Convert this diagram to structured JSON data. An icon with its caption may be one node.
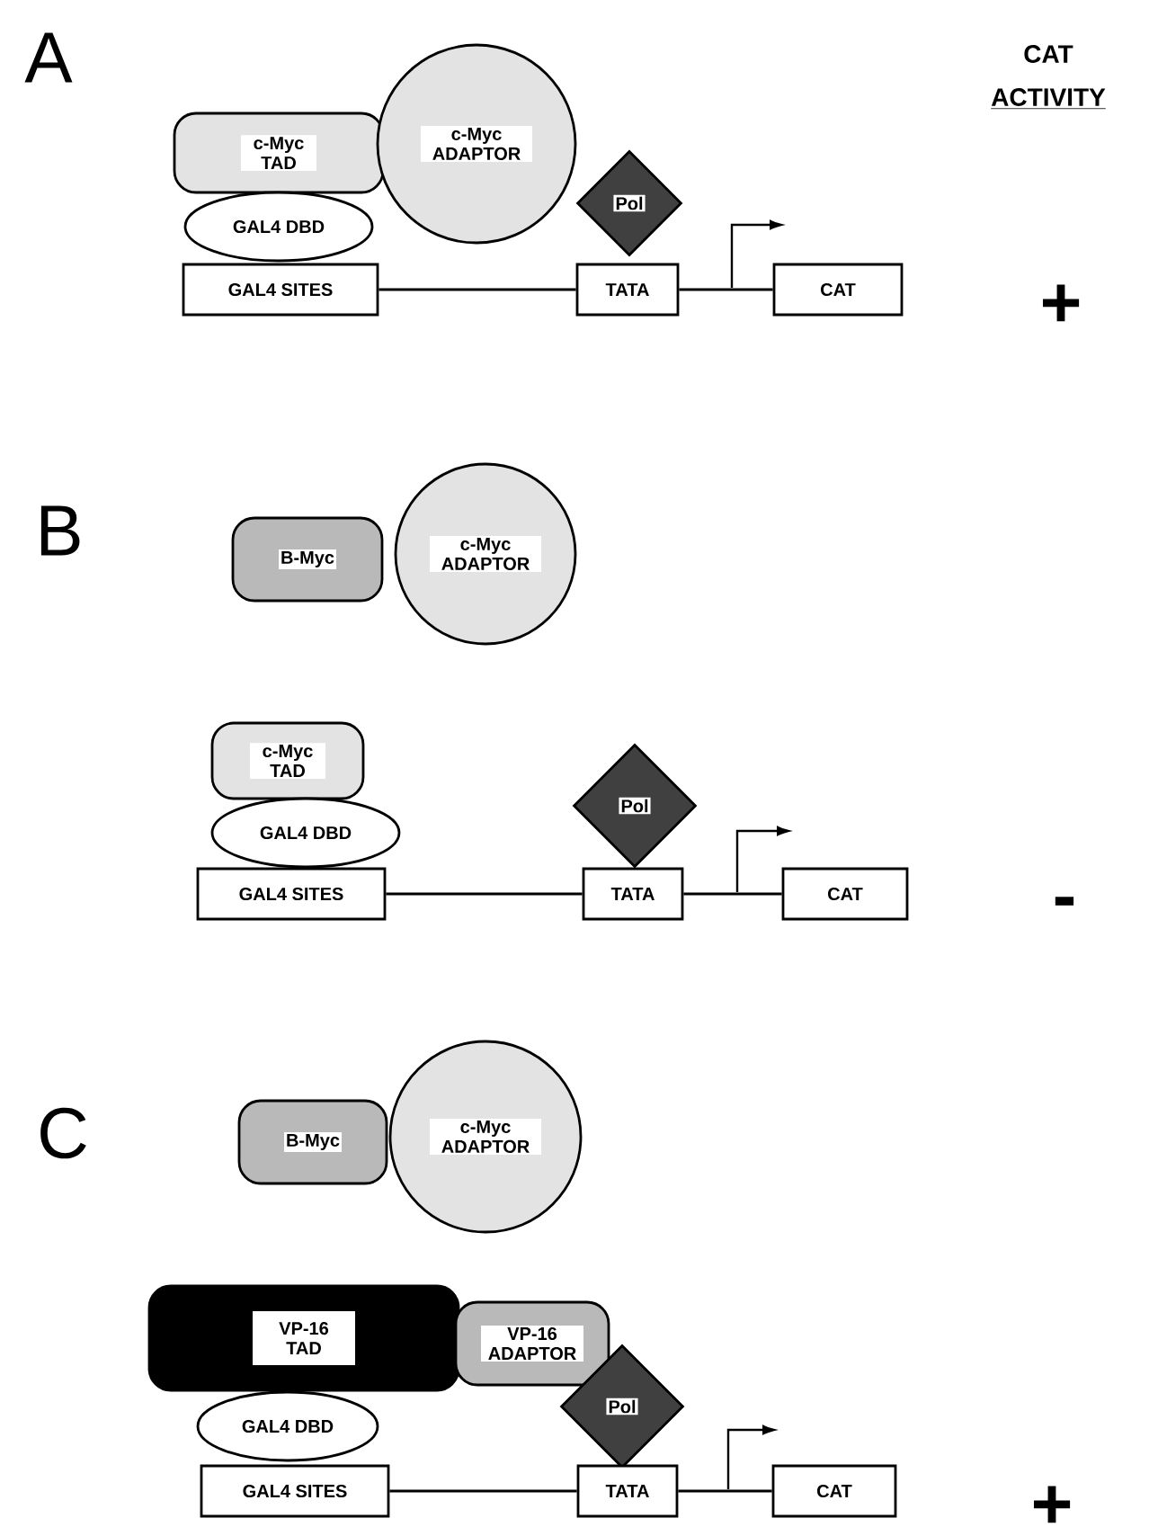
{
  "diagram": {
    "nodes": [
      {
        "text": [
          "c-Myc TAD"
        ]
      },
      {
        "text": [
          "c-Myc ADAPTOR"
        ]
      },
      {
        "text": [
          "GAL4 DBD"
        ]
      },
      {
        "text": [
          "Pol"
        ]
      },
      {
        "text": [
          "GAL4 SITES"
        ]
      },
      {
        "text": [
          "TATA"
        ]
      },
      {
        "text": [
          "CAT"
        ]
      },
      {
        "text": [
          "B-Myc"
        ]
      },
      {
        "text": [
          "c-Myc ADAPTOR"
        ]
      },
      {
        "text": [
          "c-Myc TAD"
        ]
      },
      {
        "text": [
          "GAL4 DBD"
        ]
      },
      {
        "text": [
          "Pol"
        ]
      },
      {
        "text": [
          "GAL4 SITES"
        ]
      },
      {
        "text": [
          "TATA"
        ]
      },
      {
        "text": [
          "CAT"
        ]
      },
      {
        "text": [
          "B-Myc"
        ]
      },
      {
        "text": [
          "c-Myc ADAPTOR"
        ]
      },
      {
        "text": [
          "VP-16 TAD"
        ]
      },
      {
        "text": [
          "VP-16 ADAPTOR"
        ]
      },
      {
        "text": [
          "GAL4 DBD"
        ]
      },
      {
        "text": [
          "Pol"
        ]
      },
      {
        "text": [
          "GAL4 SITES"
        ]
      },
      {
        "text": [
          "TATA"
        ]
      },
      {
        "text": [
          "CAT"
        ]
      }
    ],
    "edges": [
      {
        "from": 4,
        "to": 5,
        "arrow": "none"
      },
      {
        "from": 5,
        "to": 6,
        "arrow": "none"
      },
      {
        "from": 12,
        "to": 13,
        "arrow": "none"
      },
      {
        "from": 13,
        "to": 14,
        "arrow": "none"
      },
      {
        "from": 21,
        "to": 22,
        "arrow": "none"
      },
      {
        "from": 22,
        "to": 23,
        "arrow": "none"
      }
    ],
    "labels": [
      "A",
      "CAT",
      "ACTIVITY",
      "+",
      "B",
      "-",
      "C",
      "+"
    ]
  }
}
